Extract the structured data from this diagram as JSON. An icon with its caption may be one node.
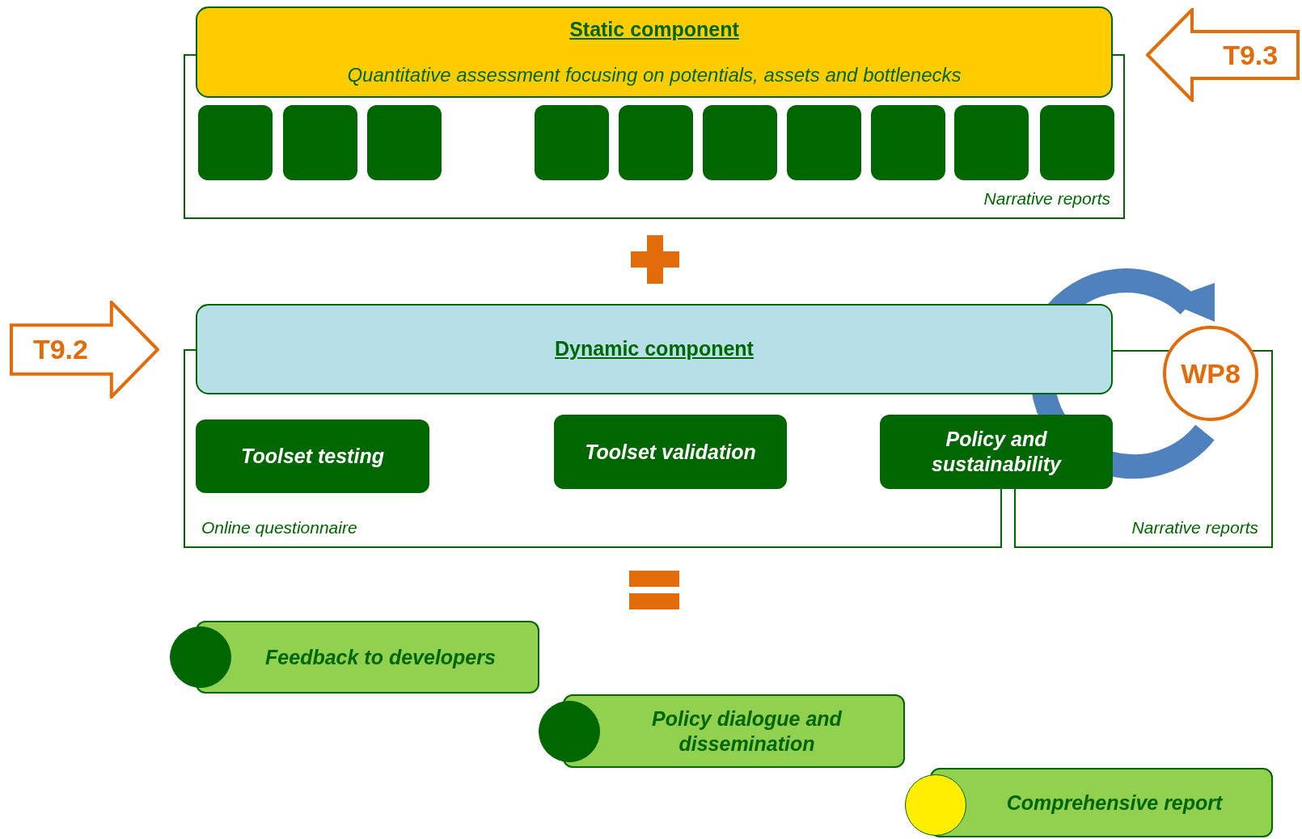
{
  "diagram": {
    "nodes": [
      {
        "text": [
          "Narrative reports"
        ]
      },
      {
        "text": [
          "Static component",
          "Quantitative assessment focusing on potentials, assets and bottlenecks"
        ]
      },
      {
        "text": [],
        "shape": "box",
        "in": 0
      },
      {
        "text": [],
        "shape": "box",
        "in": 0
      },
      {
        "text": [],
        "shape": "box",
        "in": 0
      },
      {
        "text": [],
        "shape": "box",
        "in": 0
      },
      {
        "text": [],
        "shape": "box",
        "in": 0
      },
      {
        "text": [],
        "shape": "box",
        "in": 0
      },
      {
        "text": [],
        "shape": "box",
        "in": 0
      },
      {
        "text": [],
        "shape": "box",
        "in": 0
      },
      {
        "text": [],
        "shape": "box",
        "in": 0
      },
      {
        "text": [],
        "shape": "box",
        "in": 0
      },
      {
        "text": [
          "T9.3"
        ]
      },
      {
        "text": [
          "T9.2"
        ]
      },
      {
        "text": [
          "Online questionnaire"
        ]
      },
      {
        "text": [
          "Dynamic component"
        ]
      },
      {
        "text": [
          "Narrative reports"
        ]
      },
      {
        "text": [
          "WP8"
        ]
      },
      {
        "text": [
          "Toolset testing"
        ],
        "in": 14
      },
      {
        "text": [
          "Toolset validation"
        ],
        "in": 14
      },
      {
        "text": [
          "Policy and sustainability"
        ]
      },
      {
        "text": [],
        "shape": "circle"
      },
      {
        "text": [
          "Feedback to developers"
        ]
      },
      {
        "text": [],
        "shape": "circle"
      },
      {
        "text": [
          "Policy dialogue and dissemination"
        ]
      },
      {
        "text": [],
        "shape": "circle"
      },
      {
        "text": [
          "Comprehensive report"
        ]
      }
    ]
  }
}
